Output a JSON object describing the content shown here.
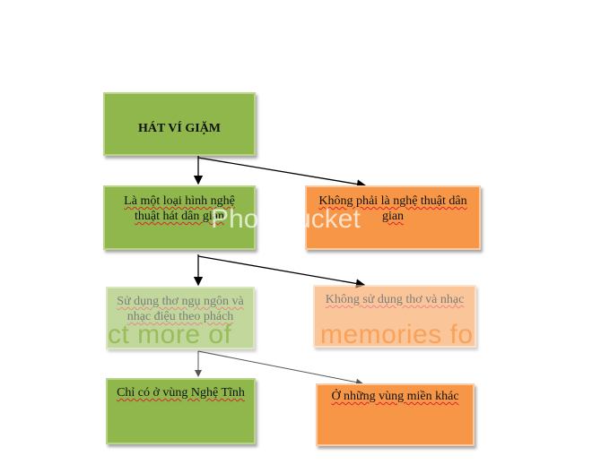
{
  "nodes": {
    "root": "HÁT VÍ GIẶM",
    "l1": "Là một loại hình nghệ thuật hát dân gian",
    "r1": "Không phải là nghệ thuật dân gian",
    "l2": "Sử dụng thơ ngụ ngôn và nhạc điệu theo phách",
    "r2": "Không sử dụng thơ và nhạc",
    "l3": "Chỉ có ở vùng Nghệ Tĩnh",
    "r3": "Ở những vùng miền khác"
  },
  "watermark": {
    "w1": "Photobucket",
    "w2": "ct more of",
    "w3": "memories fo"
  },
  "colors": {
    "green": "#8fb74b",
    "orange": "#f79646",
    "connector": "#000000"
  }
}
